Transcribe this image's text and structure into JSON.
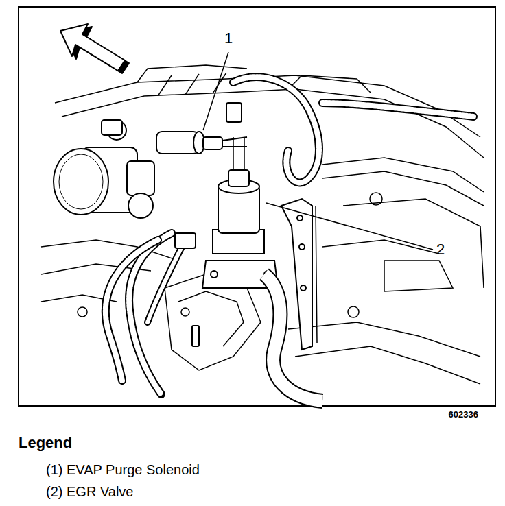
{
  "diagram": {
    "labels": [
      "1",
      "2",
      "602336",
      "Legend"
    ],
    "legend": [
      {
        "text": "(1) EVAP Purge Solenoid"
      },
      {
        "text": "(2) EGR Valve"
      }
    ]
  }
}
